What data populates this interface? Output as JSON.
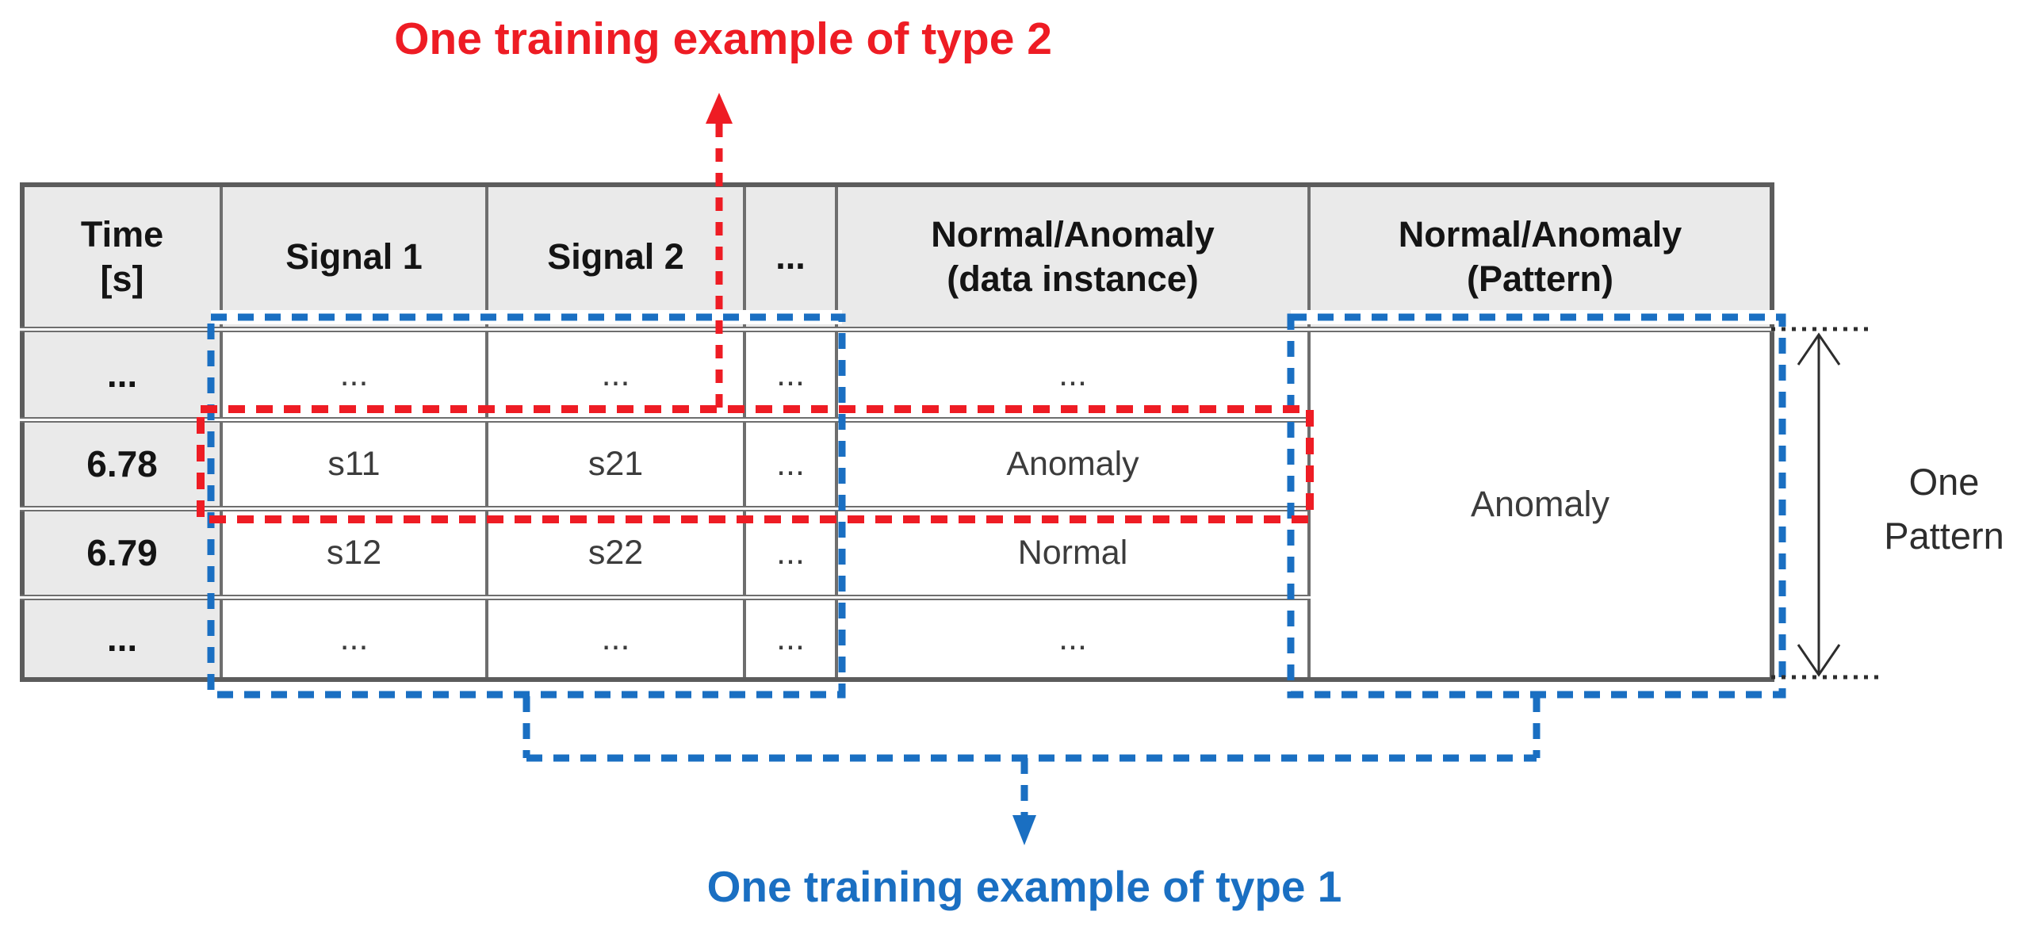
{
  "annotations": {
    "type2_label": "One training example of type 2",
    "type1_label": "One training example of type 1",
    "pattern_label": "One\nPattern"
  },
  "table": {
    "columns": [
      {
        "label": "Time\n[s]"
      },
      {
        "label": "Signal 1"
      },
      {
        "label": "Signal 2"
      },
      {
        "label": "..."
      },
      {
        "label": "Normal/Anomaly\n(data instance)"
      },
      {
        "label": "Normal/Anomaly\n(Pattern)"
      }
    ],
    "rows": [
      {
        "time": "...",
        "signal1": "...",
        "signal2": "...",
        "dots": "...",
        "instance": "..."
      },
      {
        "time": "6.78",
        "signal1": "s11",
        "signal2": "s21",
        "dots": "...",
        "instance": "Anomaly"
      },
      {
        "time": "6.79",
        "signal1": "s12",
        "signal2": "s22",
        "dots": "...",
        "instance": "Normal"
      },
      {
        "time": "...",
        "signal1": "...",
        "signal2": "...",
        "dots": "...",
        "instance": "..."
      }
    ],
    "pattern_value": "Anomaly"
  },
  "colors": {
    "red": "#ee1c24",
    "blue": "#1a6fc2",
    "header_bg": "#eaeaea",
    "border": "#6e6e6e",
    "frame": "#5c5c5c",
    "ink": "#141414",
    "muted": "#3c3c3c",
    "note": "#2d2d2d"
  }
}
